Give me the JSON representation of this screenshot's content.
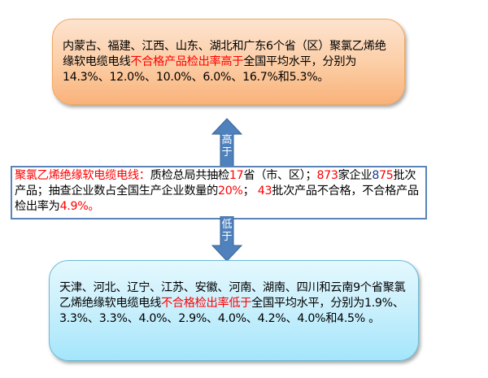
{
  "diagram": {
    "top_box": {
      "parts": [
        {
          "text": "内蒙古、福建、江西、山东、湖北和广东6个省（区）聚氯乙烯绝缘软电缆电线",
          "color": "black"
        },
        {
          "text": "不合格产品检出率高于",
          "color": "red"
        },
        {
          "text": "全国平均水平，分别为14.3%、12.0%、10.0%、6.0%、16.7%和5.3%。",
          "color": "black"
        }
      ]
    },
    "up_arrow": {
      "label_1": "高",
      "label_2": "于"
    },
    "middle_box": {
      "parts": [
        {
          "text": "聚氯乙烯绝缘软电缆电线：",
          "color": "red"
        },
        {
          "text": "质检总局共抽检",
          "color": "black"
        },
        {
          "text": "17",
          "color": "red"
        },
        {
          "text": "省（市、区）；",
          "color": "black"
        },
        {
          "text": "873",
          "color": "red"
        },
        {
          "text": "家企业",
          "color": "black"
        },
        {
          "text": "8",
          "color": "blue"
        },
        {
          "text": "75",
          "color": "red"
        },
        {
          "text": "批次产品；抽查企业数占全国生产企业数量的",
          "color": "black"
        },
        {
          "text": "20%",
          "color": "red"
        },
        {
          "text": "； ",
          "color": "black"
        },
        {
          "text": "43",
          "color": "red"
        },
        {
          "text": "批次产品不合格，不合格产品检出率为",
          "color": "black"
        },
        {
          "text": "4.9%。",
          "color": "red"
        }
      ]
    },
    "down_arrow": {
      "label_1": "低",
      "label_2": "于"
    },
    "bottom_box": {
      "parts": [
        {
          "text": "天津、河北、辽宁、江苏、安徽、河南、湖南、四川和云南9个省聚氯乙烯绝缘软电缆电线",
          "color": "black"
        },
        {
          "text": "不合格检出率低于",
          "color": "red"
        },
        {
          "text": "全国平均水平，分别为1.9%、3.3%、3.3%、4.0%、2.9%、4.0%、4.2%、4.0%和4.5% 。",
          "color": "black"
        }
      ]
    },
    "colors": {
      "top_box_fill": "#fccfa8",
      "bottom_box_fill": "#c8effc",
      "middle_box_border": "#5b84b8",
      "arrow_fill": "#4f81bd",
      "highlight_red": "#ff0000"
    }
  }
}
